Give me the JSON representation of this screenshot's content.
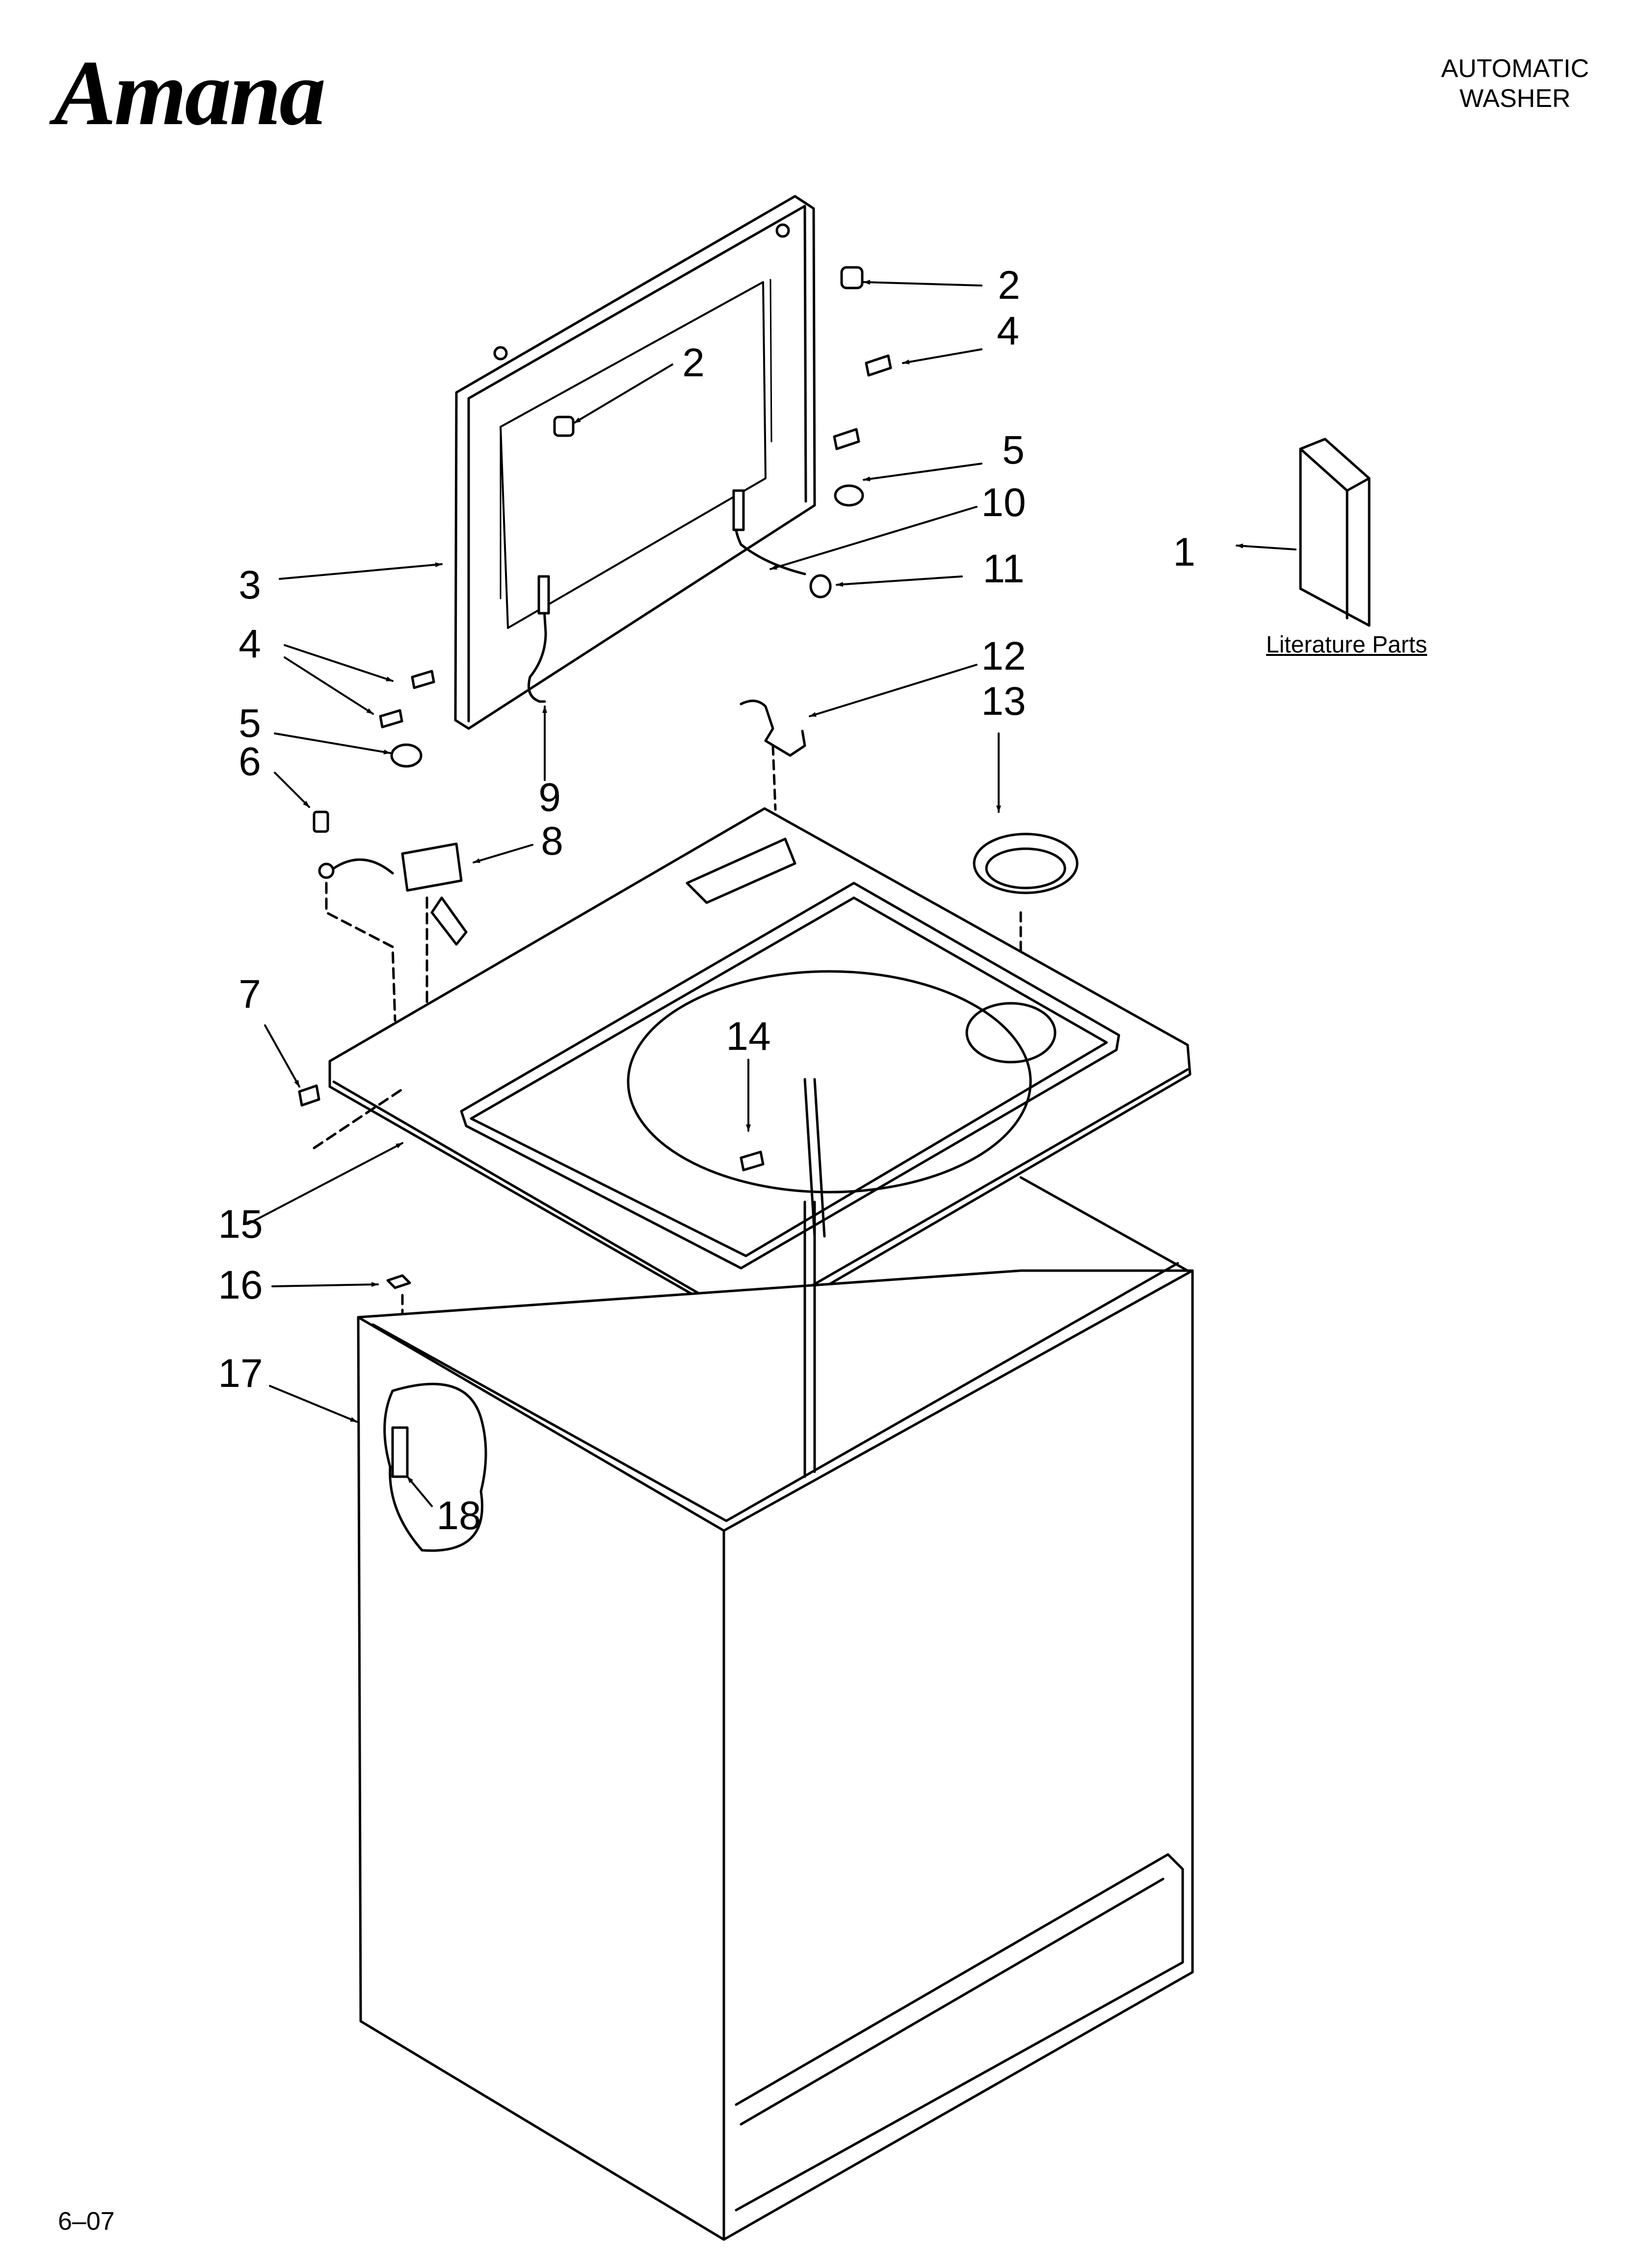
{
  "header": {
    "brand": "Amana",
    "title_line1": "AUTOMATIC",
    "title_line2": "WASHER"
  },
  "literature_caption": "Literature Parts",
  "footer": {
    "code": "6–07"
  },
  "callouts": [
    {
      "id": "c1",
      "number": "1"
    },
    {
      "id": "c2a",
      "number": "2"
    },
    {
      "id": "c2b",
      "number": "2"
    },
    {
      "id": "c3",
      "number": "3"
    },
    {
      "id": "c4a",
      "number": "4"
    },
    {
      "id": "c4b",
      "number": "4"
    },
    {
      "id": "c5a",
      "number": "5"
    },
    {
      "id": "c5b",
      "number": "5"
    },
    {
      "id": "c6",
      "number": "6"
    },
    {
      "id": "c7",
      "number": "7"
    },
    {
      "id": "c8",
      "number": "8"
    },
    {
      "id": "c9",
      "number": "9"
    },
    {
      "id": "c10",
      "number": "10"
    },
    {
      "id": "c11",
      "number": "11"
    },
    {
      "id": "c12",
      "number": "12"
    },
    {
      "id": "c13",
      "number": "13"
    },
    {
      "id": "c14",
      "number": "14"
    },
    {
      "id": "c15",
      "number": "15"
    },
    {
      "id": "c16",
      "number": "16"
    },
    {
      "id": "c17",
      "number": "17"
    },
    {
      "id": "c18",
      "number": "18"
    }
  ]
}
